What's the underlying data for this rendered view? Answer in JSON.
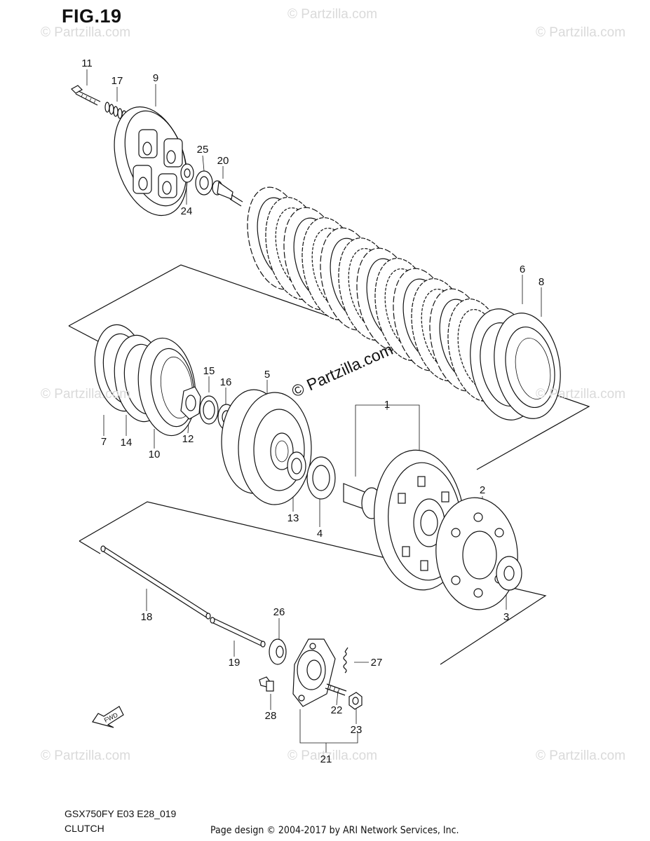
{
  "figure": {
    "title": "FIG.19"
  },
  "callouts": [
    {
      "id": "11",
      "label": "11"
    },
    {
      "id": "17",
      "label": "17"
    },
    {
      "id": "9",
      "label": "9"
    },
    {
      "id": "25",
      "label": "25"
    },
    {
      "id": "20",
      "label": "20"
    },
    {
      "id": "24",
      "label": "24"
    },
    {
      "id": "6",
      "label": "6"
    },
    {
      "id": "8",
      "label": "8"
    },
    {
      "id": "15",
      "label": "15"
    },
    {
      "id": "16",
      "label": "16"
    },
    {
      "id": "5",
      "label": "5"
    },
    {
      "id": "1",
      "label": "1"
    },
    {
      "id": "7",
      "label": "7"
    },
    {
      "id": "14",
      "label": "14"
    },
    {
      "id": "10",
      "label": "10"
    },
    {
      "id": "12",
      "label": "12"
    },
    {
      "id": "13",
      "label": "13"
    },
    {
      "id": "4",
      "label": "4"
    },
    {
      "id": "2",
      "label": "2"
    },
    {
      "id": "3",
      "label": "3"
    },
    {
      "id": "18",
      "label": "18"
    },
    {
      "id": "26",
      "label": "26"
    },
    {
      "id": "19",
      "label": "19"
    },
    {
      "id": "27",
      "label": "27"
    },
    {
      "id": "22",
      "label": "22"
    },
    {
      "id": "28",
      "label": "28"
    },
    {
      "id": "23",
      "label": "23"
    },
    {
      "id": "21",
      "label": "21"
    }
  ],
  "watermark": {
    "text": "© Partzilla.com",
    "center_text": "© Partzilla.com"
  },
  "fwd_badge": "FWD",
  "footer": {
    "model_code": "GSX750FY E03 E28_019",
    "assembly_name": "CLUTCH",
    "credit": "Page design © 2004-2017 by ARI Network Services, Inc."
  }
}
